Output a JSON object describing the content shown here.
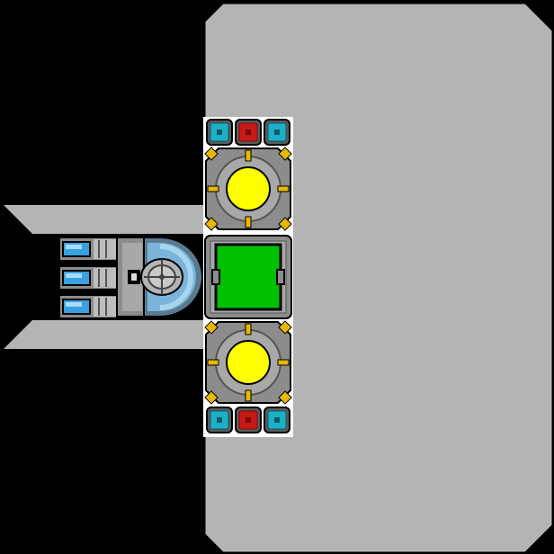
{
  "scene": {
    "type": "ship-builder-canvas",
    "colors": {
      "background": "#000000",
      "hull": "#b4b4b4",
      "outline": "#000000",
      "armor_plate": "#8c8c8c",
      "armor_plate_light": "#a8a8a8",
      "panel_dark": "#4a4a4a",
      "reactor_core": "#ffff00",
      "reactor_accent": "#e6b800",
      "cargo_green": "#00c000",
      "cyan_module": "#1cb0c8",
      "red_module": "#c81818",
      "engine_blue": "#3aa0e0",
      "cockpit_blue": "#7ab4d8"
    },
    "components": {
      "hull": {
        "label": "hull"
      },
      "wings": [
        {
          "label": "upper-wing"
        },
        {
          "label": "lower-wing"
        }
      ],
      "engines": [
        {
          "label": "engine",
          "icon": "thruster-icon"
        },
        {
          "label": "engine",
          "icon": "thruster-icon"
        },
        {
          "label": "engine",
          "icon": "thruster-icon"
        }
      ],
      "cockpit": {
        "label": "cockpit",
        "icon": "cockpit-icon"
      },
      "reactors": [
        {
          "label": "reactor-top",
          "icon": "reactor-icon"
        },
        {
          "label": "reactor-bottom",
          "icon": "reactor-icon"
        }
      ],
      "cargo": {
        "label": "cargo-bay",
        "icon": "cargo-icon"
      },
      "small_modules_top": [
        {
          "type": "shield",
          "color": "cyan"
        },
        {
          "type": "weapon",
          "color": "red"
        },
        {
          "type": "shield",
          "color": "cyan"
        }
      ],
      "small_modules_bottom": [
        {
          "type": "shield",
          "color": "cyan"
        },
        {
          "type": "weapon",
          "color": "red"
        },
        {
          "type": "shield",
          "color": "cyan"
        }
      ]
    }
  }
}
